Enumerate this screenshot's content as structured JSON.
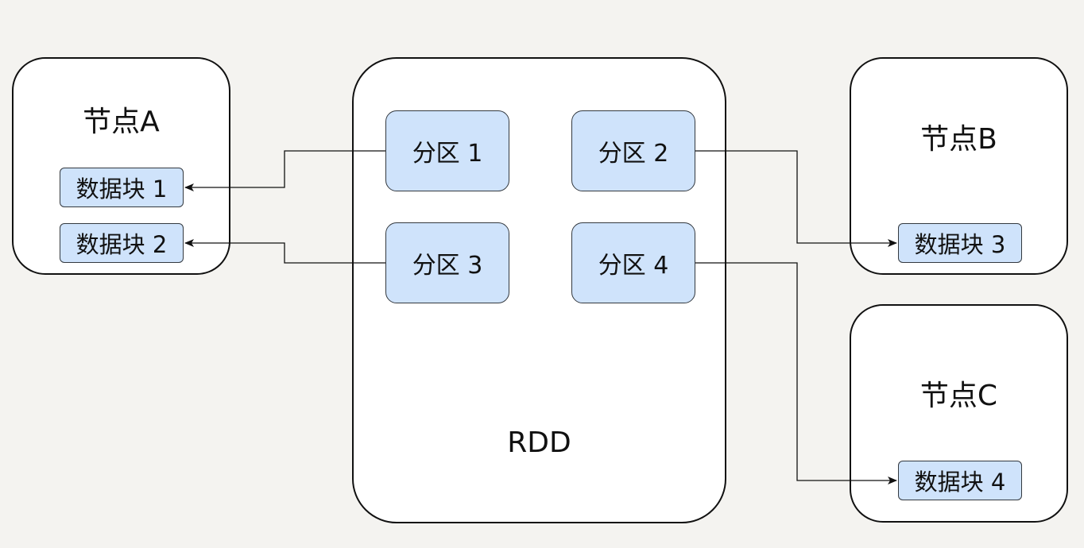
{
  "rdd": {
    "label": "RDD"
  },
  "nodes": [
    {
      "title": "节点A",
      "blocks": [
        "数据块 1",
        "数据块 2"
      ]
    },
    {
      "title": "节点B",
      "blocks": [
        "数据块 3"
      ]
    },
    {
      "title": "节点C",
      "blocks": [
        "数据块 4"
      ]
    }
  ],
  "partitions": [
    "分区 1",
    "分区 2",
    "分区 3",
    "分区 4"
  ],
  "links": [
    {
      "from": "分区 1",
      "to": "数据块 1"
    },
    {
      "from": "分区 3",
      "to": "数据块 2"
    },
    {
      "from": "分区 2",
      "to": "数据块 3"
    },
    {
      "from": "分区 4",
      "to": "数据块 4"
    }
  ]
}
